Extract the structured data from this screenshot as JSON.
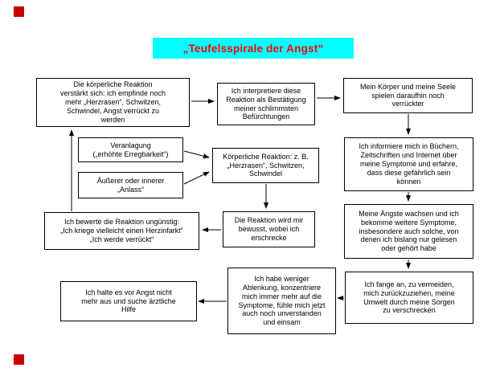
{
  "title": {
    "text": "„Teufelsspirale der Angst“"
  },
  "accent_colors": {
    "title_bg": "#00ffff",
    "title_text": "#ff0000",
    "corner_square": "#cc0000",
    "node_border": "#000000",
    "node_bg": "#ffffff"
  },
  "diagram": {
    "nodes": {
      "reaktion_verstaerkt": {
        "label": "Die körperliche Reaktion\nverstärkt sich: ich empfinde noch\nmehr „Herzrasen“, Schwitzen,\nSchwindel, Angst verrückt zu\nwerden"
      },
      "interpretation_bestaetigung": {
        "label": "Ich interpretiere diese\nReaktion als Bestätigung\nmeiner schlimmsten\nBefürchtungen"
      },
      "koerper_seele_verrueckter": {
        "label": "Mein Körper und meine Seele\nspielen daraufhin noch\nverrückter"
      },
      "veranlagung": {
        "label": "Veranlagung\n(„erhöhte Erregbarkeit“)"
      },
      "koerperliche_reaktion": {
        "label": "Körperliche Reaktion: z. B.\n„Herzrasen“, Schwitzen,\nSchwindel"
      },
      "informiere_mich": {
        "label": "Ich informiere mich in Büchern,\nZeitschriften und Internet über\nmeine Symptome und erfahre,\ndass diese gefährlich sein\nkönnen"
      },
      "anlass": {
        "label": "Äußerer oder innerer\n„Anlass“"
      },
      "bewertung_unguenstig": {
        "label": "Ich bewerte die Reaktion ungünstig:\n„Ich kriege vielleicht einen Herzinfarkt“\n„Ich werde verrückt“"
      },
      "reaktion_bewusst": {
        "label": "Die Reaktion wird mir\nbewusst, wobei ich\nerschrecke"
      },
      "aengste_wachsen": {
        "label": "Meine Ängste wachsen und ich\nbekomme weitere Symptome,\ninsbesondere auch solche, von\ndenen ich bislang nur gelesen\noder gehört habe"
      },
      "weniger_ablenkung": {
        "label": "Ich habe weniger\nAblenkung, konzentriere\nmich immer mehr auf die\nSymptome, fühle mich jetzt\nauch noch unverstanden\nund einsam"
      },
      "aerztliche_hilfe": {
        "label": "Ich halte es vor Angst nicht\nmehr aus und suche ärztliche\nHilfe"
      },
      "vermeidung": {
        "label": "Ich fange an, zu vermeiden,\nmich zurückzuziehen, meine\nUmwelt durch meine Sorgen\nzu verschrecken"
      }
    },
    "edges": [
      {
        "from": "veranlagung",
        "to": "koerperliche_reaktion"
      },
      {
        "from": "anlass",
        "to": "koerperliche_reaktion"
      },
      {
        "from": "koerperliche_reaktion",
        "to": "reaktion_bewusst"
      },
      {
        "from": "reaktion_bewusst",
        "to": "bewertung_unguenstig"
      },
      {
        "from": "bewertung_unguenstig",
        "to": "reaktion_verstaerkt"
      },
      {
        "from": "reaktion_verstaerkt",
        "to": "interpretation_bestaetigung"
      },
      {
        "from": "interpretation_bestaetigung",
        "to": "koerper_seele_verrueckter"
      },
      {
        "from": "koerper_seele_verrueckter",
        "to": "informiere_mich"
      },
      {
        "from": "informiere_mich",
        "to": "aengste_wachsen"
      },
      {
        "from": "aengste_wachsen",
        "to": "vermeidung"
      },
      {
        "from": "vermeidung",
        "to": "weniger_ablenkung"
      },
      {
        "from": "weniger_ablenkung",
        "to": "aerztliche_hilfe"
      }
    ]
  }
}
